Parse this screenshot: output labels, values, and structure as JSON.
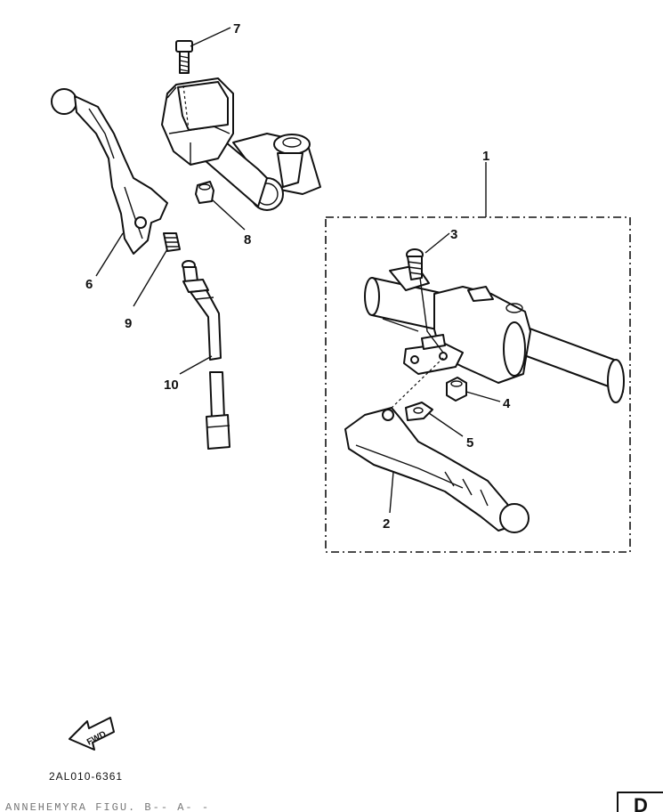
{
  "diagram": {
    "callouts": [
      "1",
      "2",
      "3",
      "4",
      "5",
      "6",
      "7",
      "8",
      "9",
      "10"
    ],
    "fwd_label": "FWD",
    "drawing_code": "2AL010-6361",
    "footer_text": "ANNEHEMYRA FIGU. B-- A- -",
    "footer_letter": "D"
  }
}
